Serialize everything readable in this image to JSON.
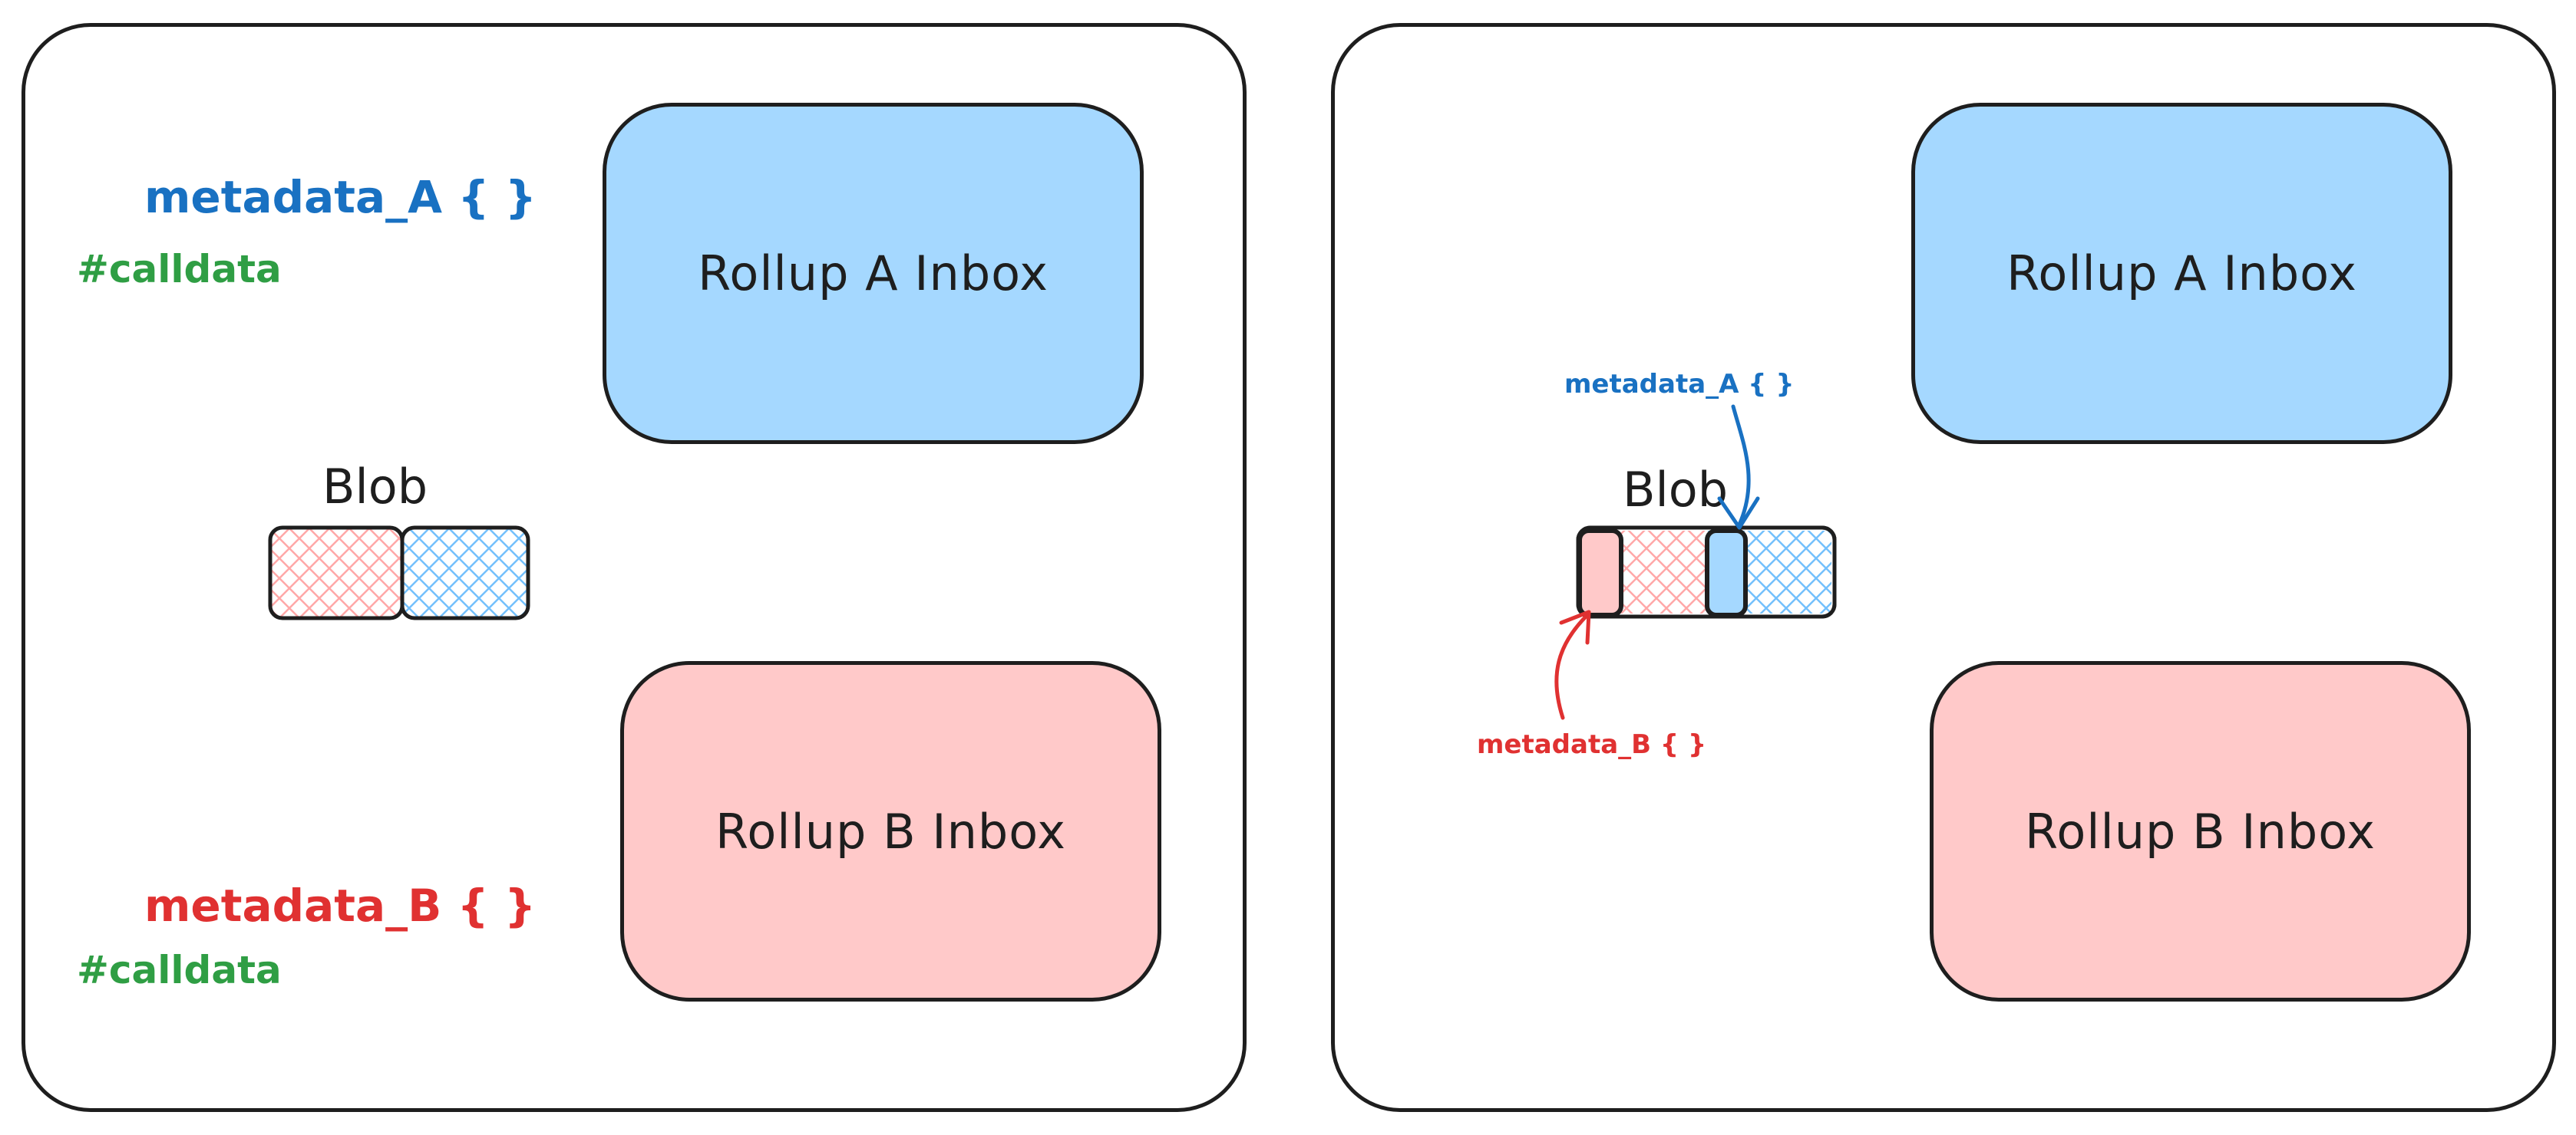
{
  "left_panel": {
    "inbox_a_label": "Rollup A Inbox",
    "inbox_b_label": "Rollup B Inbox",
    "blob_label": "Blob",
    "metadata_a_label": "metadata_A { }",
    "metadata_b_label": "metadata_B { }",
    "calldata_tag_a": "#calldata",
    "calldata_tag_b": "#calldata"
  },
  "right_panel": {
    "inbox_a_label": "Rollup A Inbox",
    "inbox_b_label": "Rollup B Inbox",
    "blob_label": "Blob",
    "metadata_a_label": "metadata_A { }",
    "metadata_b_label": "metadata_B { }"
  },
  "colors": {
    "stroke": "#1e1e1e",
    "rollup_a_fill": "#a5d8ff",
    "rollup_b_fill": "#ffc9c9",
    "metadata_a_text": "#1971c2",
    "metadata_b_text": "#e03131",
    "calldata_text": "#2f9e44"
  }
}
